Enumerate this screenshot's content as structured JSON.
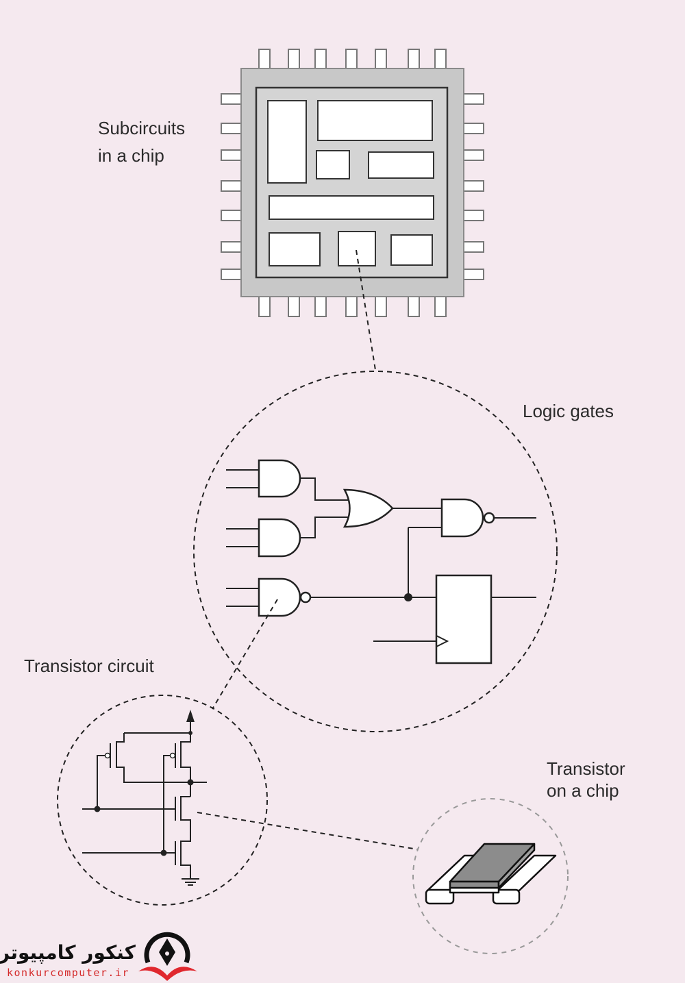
{
  "labels": {
    "subcircuits_line1": "Subcircuits",
    "subcircuits_line2": "in a chip",
    "logic_gates": "Logic gates",
    "transistor_circuit": "Transistor circuit",
    "transistor_chip_line1": "Transistor",
    "transistor_chip_line2": "on a chip"
  },
  "watermark": {
    "brand_fa": "کنکور کامپیوتر",
    "url": "konkurcomputer.ir"
  },
  "colors": {
    "background": "#f5e9ef",
    "chip_body": "#c8c8c8",
    "transistor_gate": "#8c8c8c",
    "logo_red": "#e0282e"
  }
}
